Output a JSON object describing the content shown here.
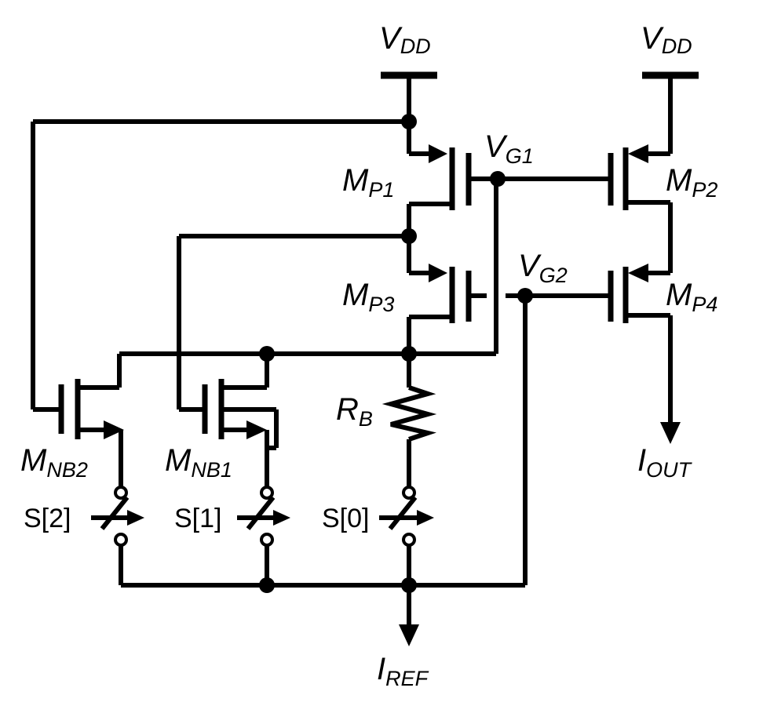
{
  "labels": {
    "vdd": {
      "main": "V",
      "sub": "DD"
    },
    "vg1": {
      "main": "V",
      "sub": "G1"
    },
    "vg2": {
      "main": "V",
      "sub": "G2"
    },
    "mp1": {
      "main": "M",
      "sub": "P1"
    },
    "mp2": {
      "main": "M",
      "sub": "P2"
    },
    "mp3": {
      "main": "M",
      "sub": "P3"
    },
    "mp4": {
      "main": "M",
      "sub": "P4"
    },
    "mnb1": {
      "main": "M",
      "sub": "NB1"
    },
    "mnb2": {
      "main": "M",
      "sub": "NB2"
    },
    "rb": {
      "main": "R",
      "sub": "B"
    },
    "iout": {
      "main": "I",
      "sub": "OUT"
    },
    "iref": {
      "main": "I",
      "sub": "REF"
    },
    "s2": "S[2]",
    "s1": "S[1]",
    "s0": "S[0]"
  }
}
